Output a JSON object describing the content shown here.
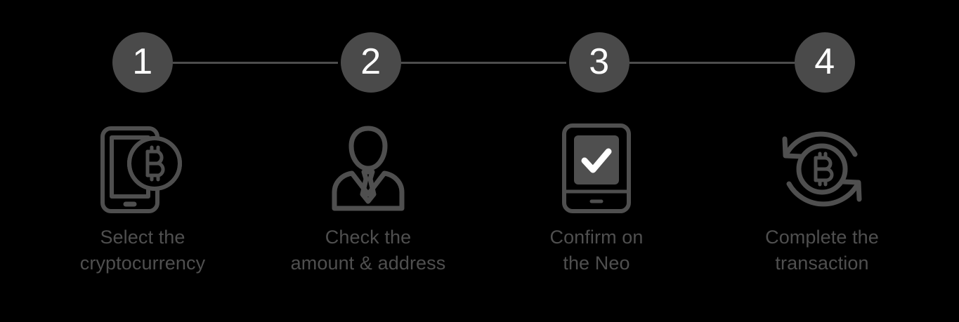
{
  "theme": {
    "background": "#000000",
    "circle_fill": "#4a4a4a",
    "circle_number_color": "#ffffff",
    "rail_line_color": "#4d4d4d",
    "icon_stroke_color": "#4f4f4f",
    "caption_color": "#4f4f4f"
  },
  "stepper": {
    "steps": [
      {
        "number": "1",
        "icon": "phone-bitcoin-icon",
        "caption": "Select the\ncryptocurrency",
        "caption_lines": [
          "Select the",
          "cryptocurrency"
        ]
      },
      {
        "number": "2",
        "icon": "person-suit-icon",
        "caption": "Check the\namount & address",
        "caption_lines": [
          "Check the",
          "amount & address"
        ]
      },
      {
        "number": "3",
        "icon": "phone-checkmark-icon",
        "caption": "Confirm on\nthe Neo",
        "caption_lines": [
          "Confirm on",
          "the Neo"
        ]
      },
      {
        "number": "4",
        "icon": "bitcoin-refresh-icon",
        "caption": "Complete the\ntransaction",
        "caption_lines": [
          "Complete the",
          "transaction"
        ]
      }
    ]
  }
}
